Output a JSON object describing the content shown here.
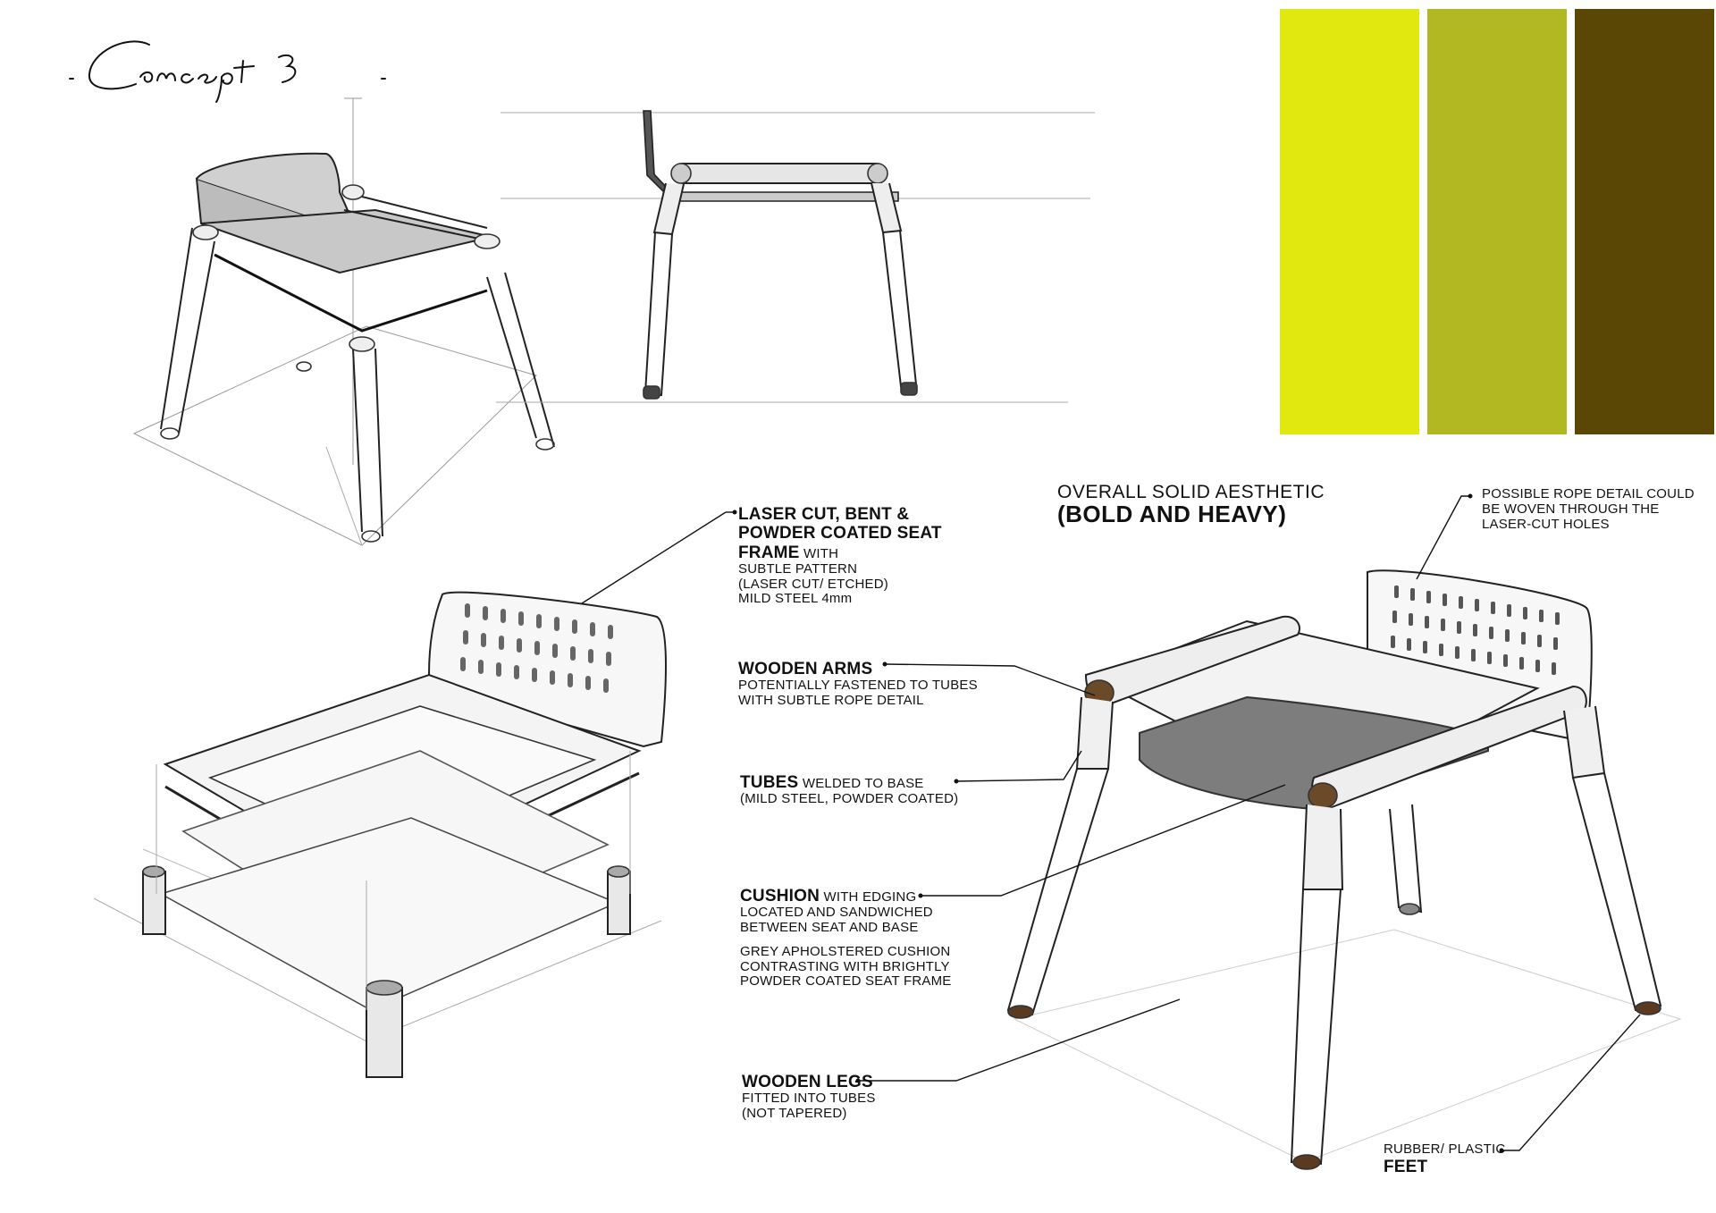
{
  "title_script": "Concept 3",
  "palette": [
    {
      "name": "bright-lime",
      "color": "#e1e810"
    },
    {
      "name": "olive-lime",
      "color": "#b2b821"
    },
    {
      "name": "dark-olive",
      "color": "#5a4705"
    }
  ],
  "aesthetic": {
    "line1": "OVERALL SOLID AESTHETIC",
    "line2": "(BOLD AND HEAVY)"
  },
  "annotations": {
    "seat_frame": {
      "heading": "LASER CUT, BENT & POWDER COATED SEAT FRAME",
      "inline": "WITH",
      "lines": [
        "SUBTLE PATTERN",
        "(LASER CUT/ ETCHED)",
        "MILD STEEL 4mm"
      ]
    },
    "wooden_arms": {
      "heading": "WOODEN ARMS",
      "lines": [
        "POTENTIALLY FASTENED TO TUBES",
        "WITH SUBTLE ROPE DETAIL"
      ]
    },
    "tubes": {
      "heading": "TUBES",
      "inline": "WELDED TO BASE",
      "lines": [
        "(MILD STEEL, POWDER COATED)"
      ]
    },
    "cushion": {
      "heading": "CUSHION",
      "inline": "WITH EDGING",
      "lines": [
        "LOCATED AND SANDWICHED",
        "BETWEEN SEAT AND BASE"
      ],
      "extra": [
        "GREY APHOLSTERED CUSHION",
        "CONTRASTING WITH BRIGHTLY",
        "POWDER COATED SEAT FRAME"
      ]
    },
    "wooden_legs": {
      "heading": "WOODEN LEGS",
      "lines": [
        "FITTED INTO TUBES",
        "(NOT TAPERED)"
      ]
    },
    "rope": {
      "lines": [
        "POSSIBLE ROPE DETAIL COULD",
        "BE WOVEN THROUGH THE",
        "LASER-CUT HOLES"
      ]
    },
    "feet": {
      "line1": "RUBBER/ PLASTIC",
      "heading": "FEET"
    }
  }
}
